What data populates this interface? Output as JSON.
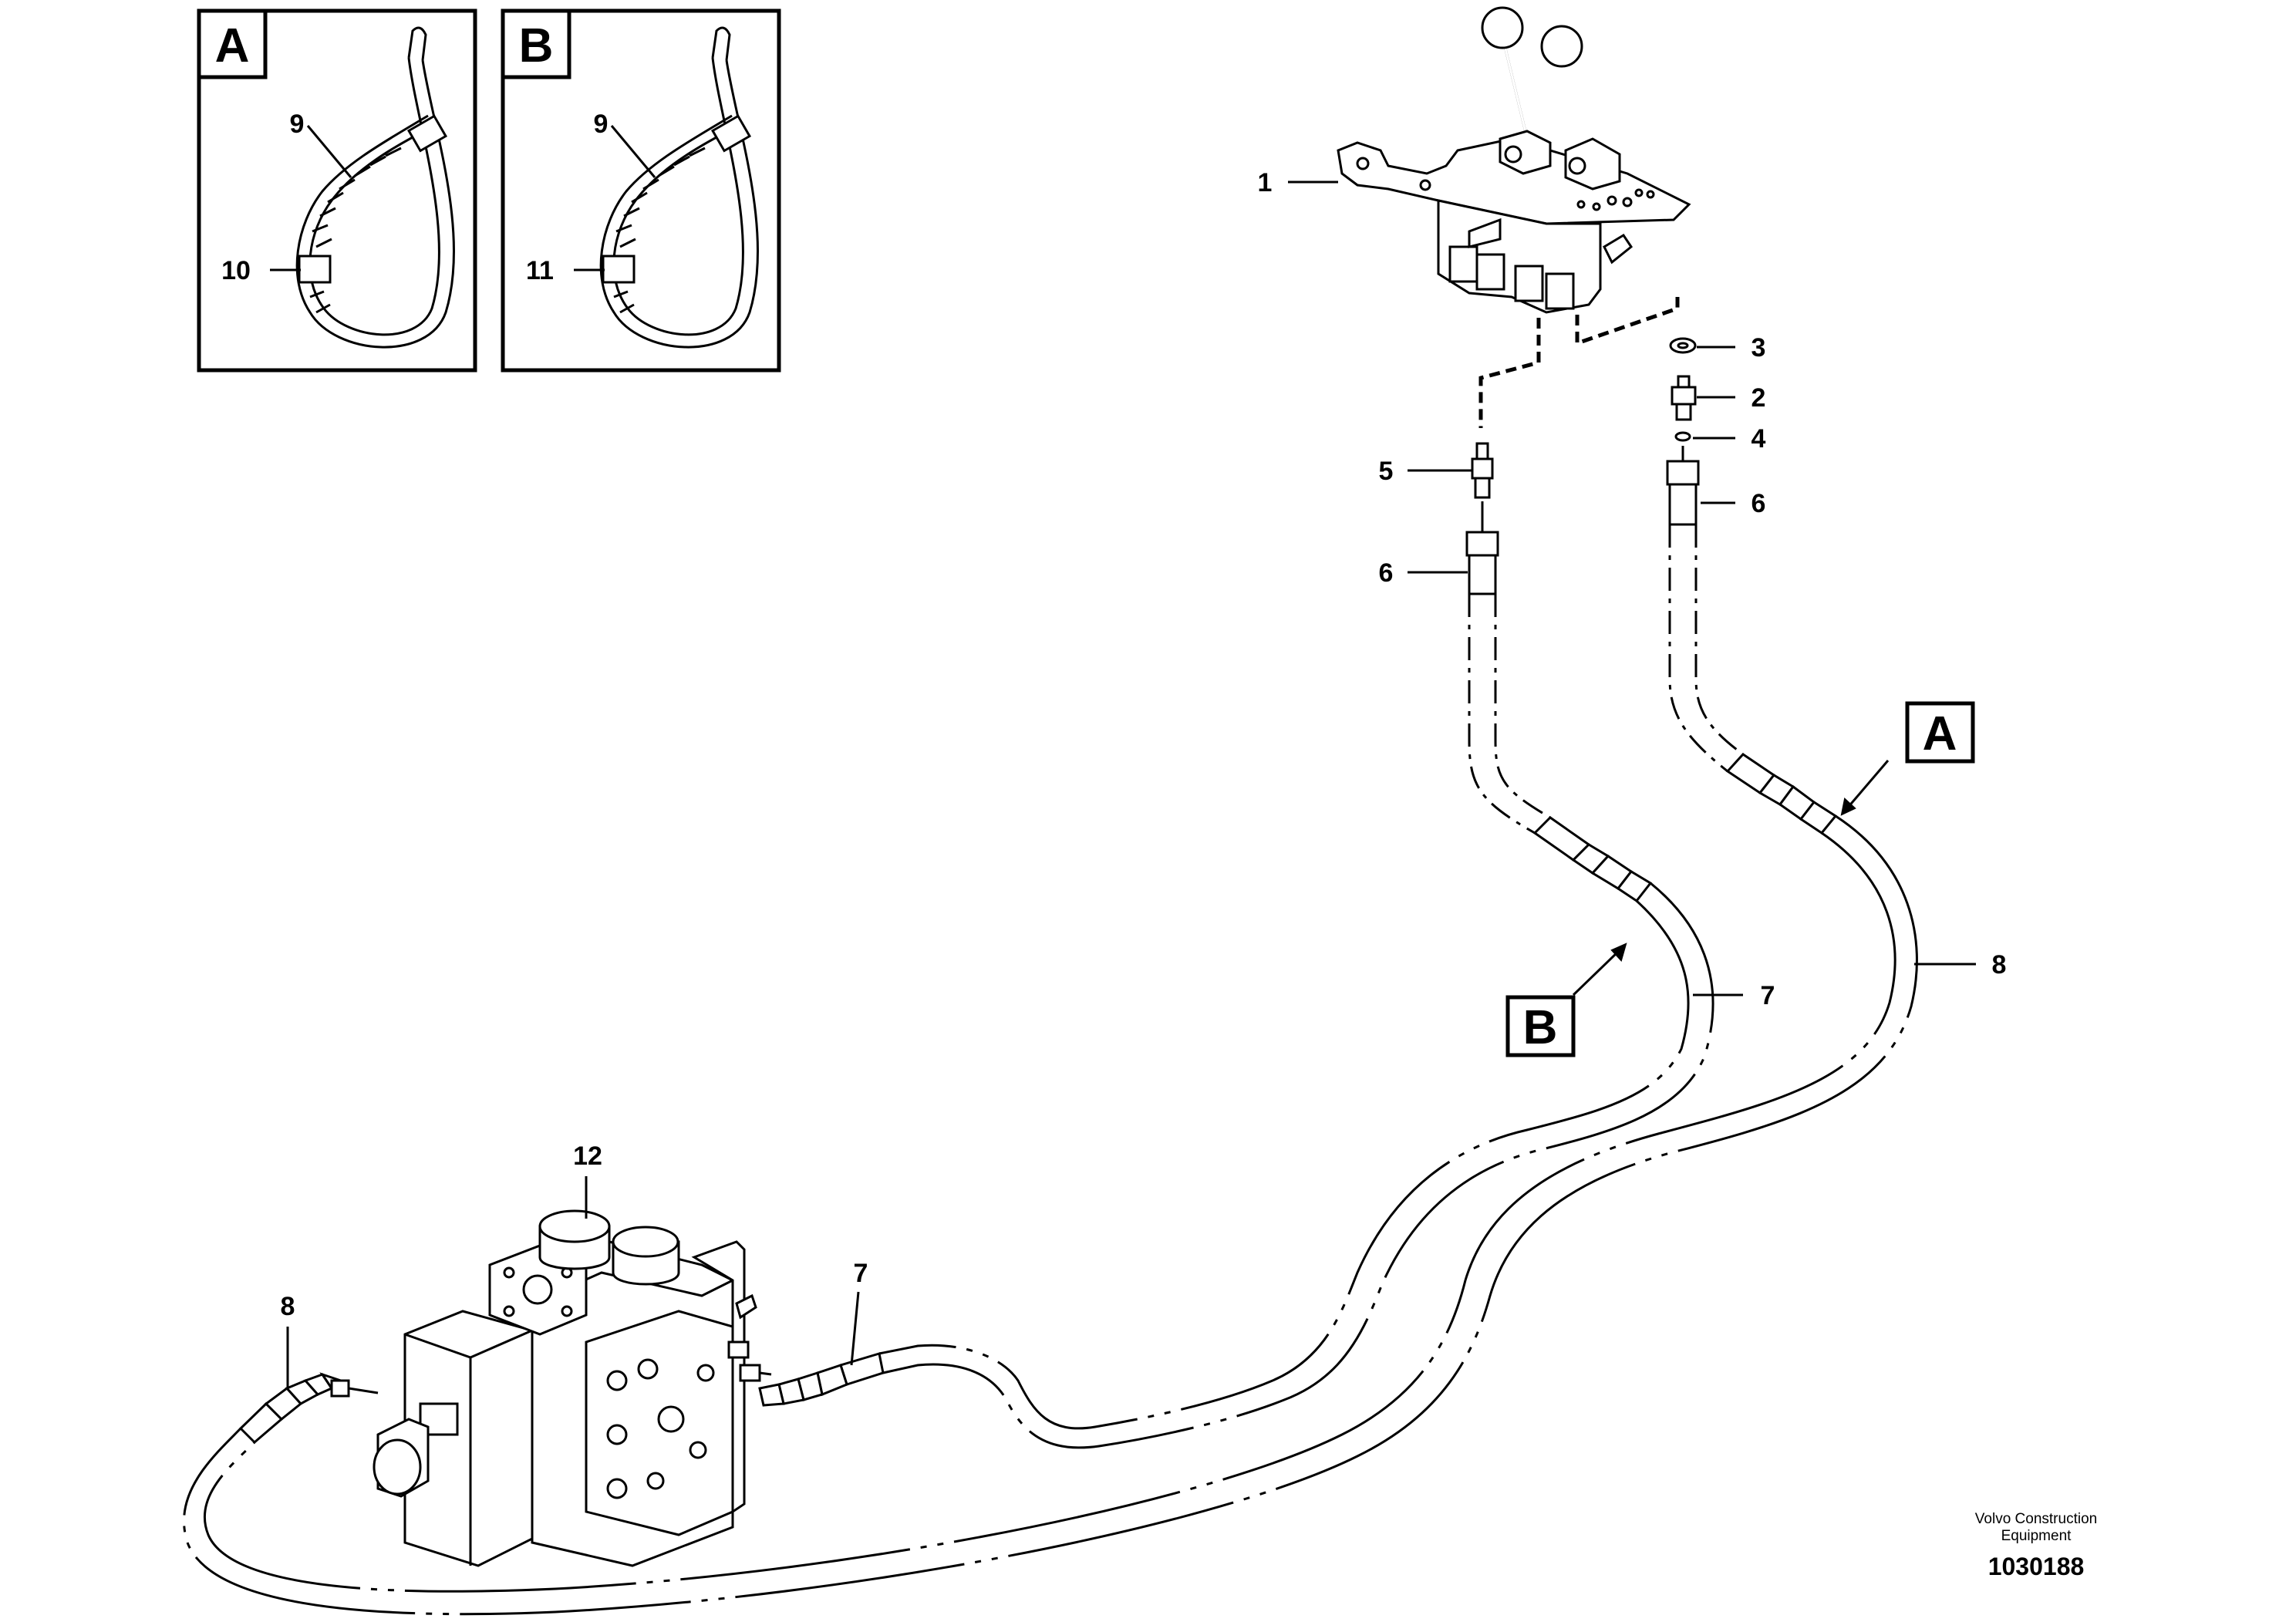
{
  "detail_views": [
    {
      "id": "A",
      "labels": [
        "9",
        "10"
      ]
    },
    {
      "id": "B",
      "labels": [
        "9",
        "11"
      ]
    }
  ],
  "callouts": {
    "c1": "1",
    "c2": "2",
    "c3": "3",
    "c4": "4",
    "c5": "5",
    "c6a": "6",
    "c6b": "6",
    "c7a": "7",
    "c7b": "7",
    "c8a": "8",
    "c8b": "8",
    "c12": "12"
  },
  "view_refs": {
    "a": "A",
    "b": "B"
  },
  "credit": {
    "line1": "Volvo Construction",
    "line2": "Equipment"
  },
  "document_number": "1030188"
}
